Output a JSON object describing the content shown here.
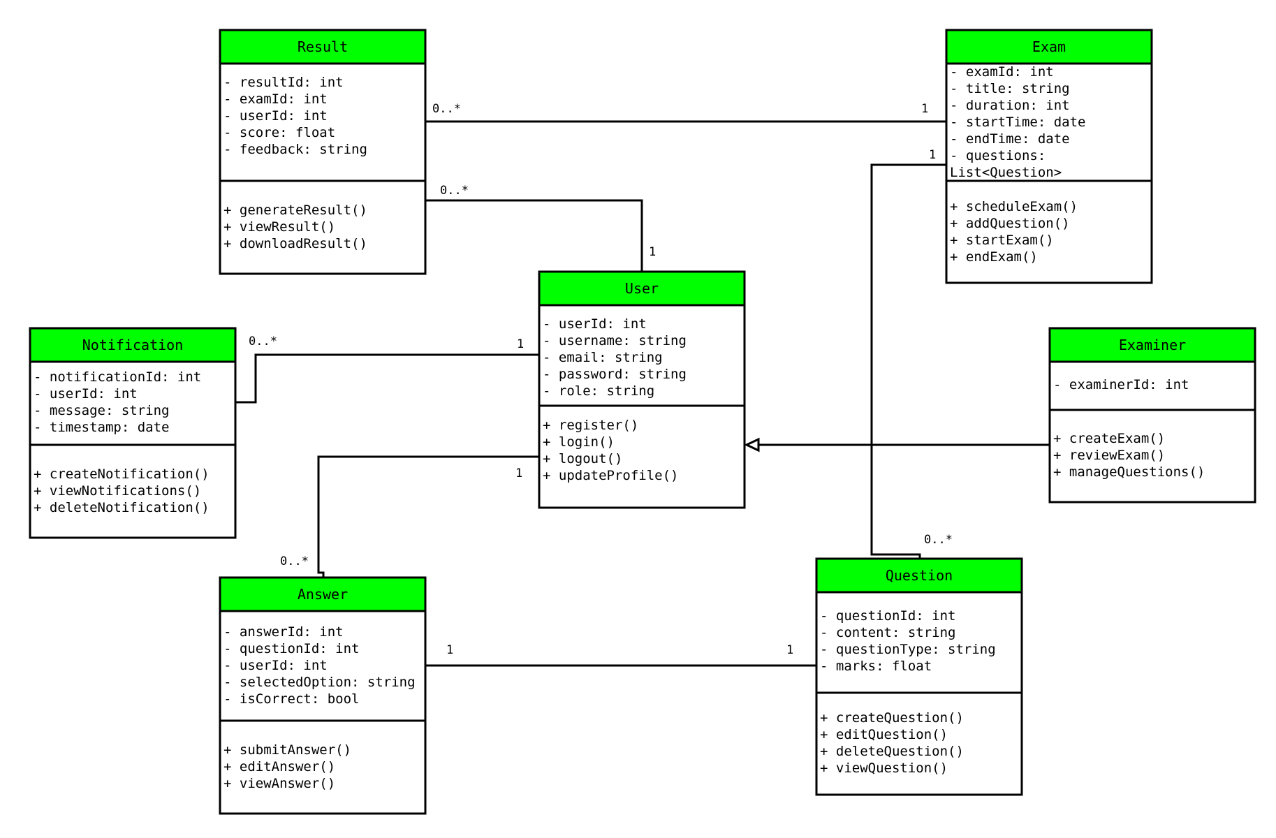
{
  "classes": {
    "result": {
      "name": "Result",
      "attributes": [
        "- resultId: int",
        "- examId: int",
        "- userId: int",
        "- score: float",
        "- feedback: string"
      ],
      "methods": [
        "+ generateResult()",
        "+ viewResult()",
        "+ downloadResult()"
      ]
    },
    "exam": {
      "name": "Exam",
      "attributes": [
        "- examId: int",
        "- title: string",
        "- duration: int",
        "- startTime: date",
        "- endTime: date",
        "- questions:",
        "List<Question>"
      ],
      "methods": [
        "+ scheduleExam()",
        "+ addQuestion()",
        "+ startExam()",
        "+ endExam()"
      ]
    },
    "user": {
      "name": "User",
      "attributes": [
        "- userId: int",
        "- username: string",
        "- email: string",
        "- password: string",
        "- role: string"
      ],
      "methods": [
        "+ register()",
        "+ login()",
        "+ logout()",
        "+ updateProfile()"
      ]
    },
    "notification": {
      "name": "Notification",
      "attributes": [
        "- notificationId: int",
        "- userId: int",
        "- message: string",
        "- timestamp: date"
      ],
      "methods": [
        "+ createNotification()",
        "+ viewNotifications()",
        "+ deleteNotification()"
      ]
    },
    "examiner": {
      "name": "Examiner",
      "attributes": [
        "- examinerId: int"
      ],
      "methods": [
        "+ createExam()",
        "+ reviewExam()",
        "+ manageQuestions()"
      ]
    },
    "answer": {
      "name": "Answer",
      "attributes": [
        "- answerId: int",
        "- questionId: int",
        "- userId: int",
        "- selectedOption: string",
        "- isCorrect: bool"
      ],
      "methods": [
        "+ submitAnswer()",
        "+ editAnswer()",
        "+ viewAnswer()"
      ]
    },
    "question": {
      "name": "Question",
      "attributes": [
        "- questionId: int",
        "- content: string",
        "- questionType: string",
        "- marks: float"
      ],
      "methods": [
        "+ createQuestion()",
        "+ editQuestion()",
        "+ deleteQuestion()",
        "+ viewQuestion()"
      ]
    }
  },
  "relations": {
    "result_exam": {
      "from_mult": "0..*",
      "to_mult": "1"
    },
    "result_user": {
      "from_mult": "0..*",
      "to_mult": "1"
    },
    "notification_user": {
      "from_mult": "0..*",
      "to_mult": "1"
    },
    "answer_user": {
      "from_mult": "0..*",
      "to_mult": "1"
    },
    "answer_question": {
      "from_mult": "1",
      "to_mult": "1"
    },
    "exam_question": {
      "from_mult": "1",
      "to_mult": "0..*"
    },
    "examiner_user": {
      "type": "generalization"
    }
  }
}
